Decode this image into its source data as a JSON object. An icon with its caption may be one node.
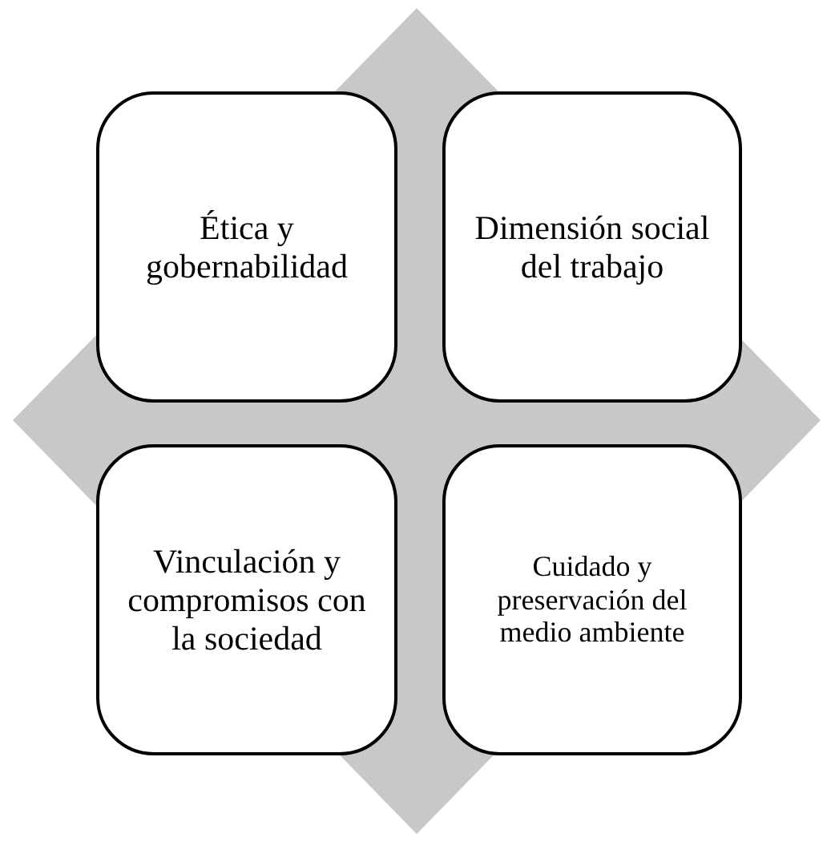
{
  "diagram": {
    "nodes": [
      {
        "text": [
          "Ética y gobernabilidad"
        ]
      },
      {
        "text": [
          "Dimensión social del trabajo"
        ]
      },
      {
        "text": [
          "Vinculación y compromisos con la sociedad"
        ]
      },
      {
        "text": [
          "Cuidado y preservación del medio ambiente"
        ]
      }
    ]
  }
}
